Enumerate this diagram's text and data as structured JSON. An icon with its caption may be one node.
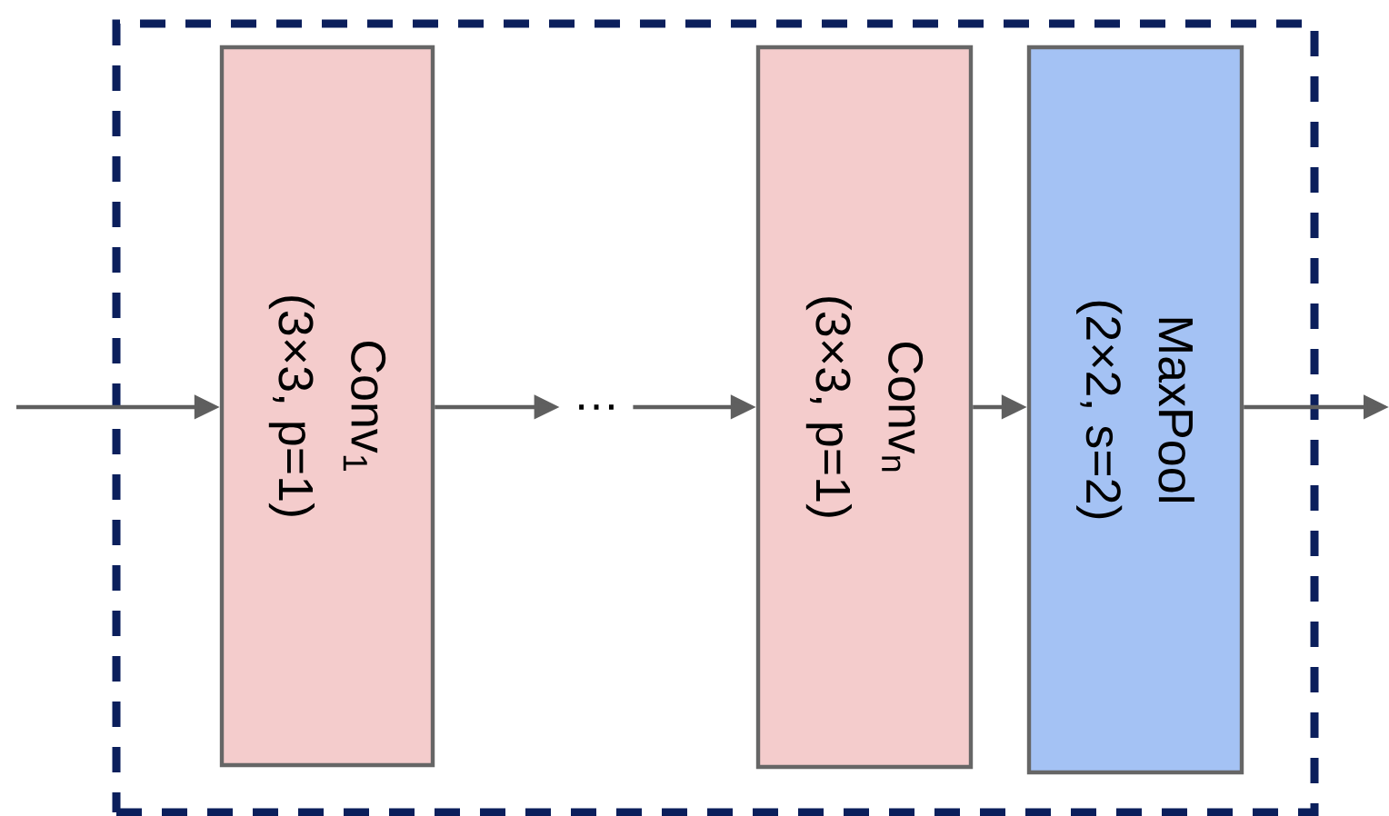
{
  "diagram": {
    "nodes": [
      {
        "text": [],
        "shape": "box"
      },
      {
        "text": [
          "Conv$_{1}$ (3×3, p=1)"
        ],
        "in": 0
      },
      {
        "text": [
          "…"
        ],
        "in": 0
      },
      {
        "text": [
          "Conv$_{n}$ (3×3, p=1)"
        ],
        "in": 0
      },
      {
        "text": [
          "MaxPool (2×2, s=2)"
        ],
        "in": 0
      }
    ],
    "edges": [
      {
        "from": null,
        "to": 1,
        "arrow": "to"
      },
      {
        "from": 1,
        "to": 2,
        "arrow": "to"
      },
      {
        "from": 2,
        "to": 3,
        "arrow": "to"
      },
      {
        "from": 3,
        "to": 4,
        "arrow": "to"
      },
      {
        "from": 4,
        "to": null,
        "arrow": "to"
      }
    ]
  }
}
